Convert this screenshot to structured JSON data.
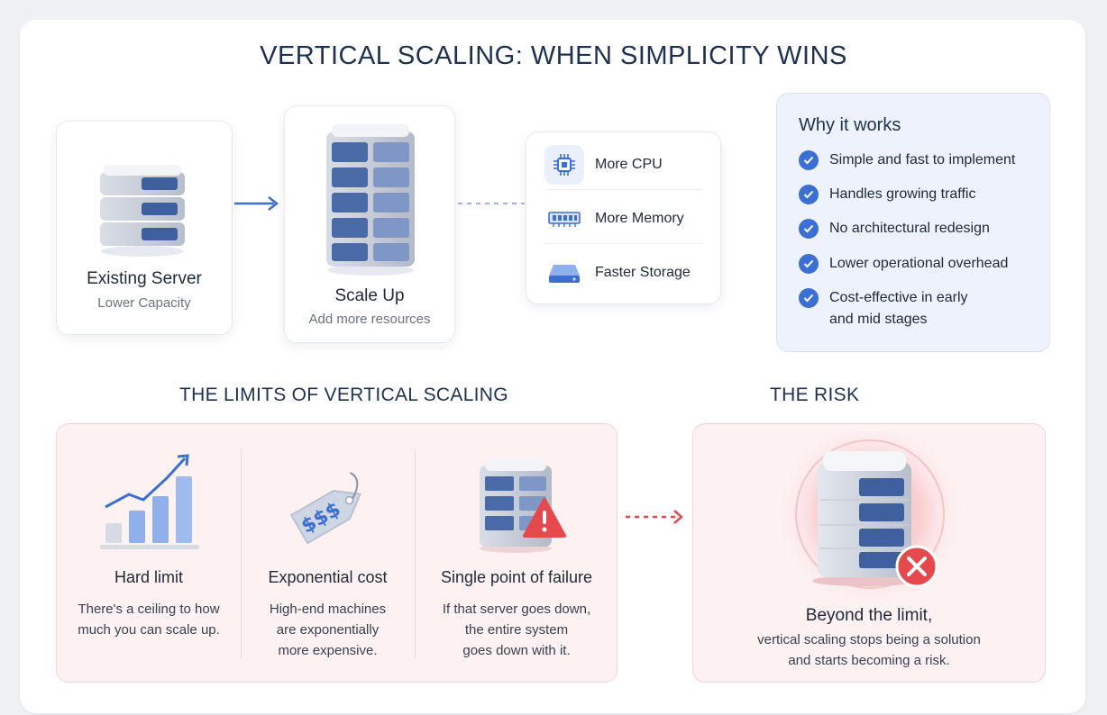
{
  "title": "VERTICAL SCALING: WHEN SIMPLICITY WINS",
  "existing": {
    "title": "Existing Server",
    "subtitle": "Lower Capacity"
  },
  "scale_up": {
    "title": "Scale Up",
    "subtitle": "Add more resources"
  },
  "resources": [
    {
      "label": "More CPU",
      "icon": "cpu-icon"
    },
    {
      "label": "More Memory",
      "icon": "memory-icon"
    },
    {
      "label": "Faster Storage",
      "icon": "storage-icon"
    }
  ],
  "why": {
    "title": "Why it works",
    "items": [
      "Simple and fast to implement",
      "Handles growing traffic",
      "No architectural redesign",
      "Lower operational overhead",
      "Cost-effective in early",
      "and mid stages"
    ]
  },
  "limits": {
    "heading": "THE LIMITS OF VERTICAL SCALING",
    "items": [
      {
        "title": "Hard limit",
        "lines": [
          "There's a ceiling to how",
          "much you can scale up."
        ],
        "icon": "bar-chart-icon"
      },
      {
        "title": "Exponential cost",
        "lines": [
          "High-end machines",
          "are exponentially",
          "more expensive."
        ],
        "icon": "price-tag-icon",
        "tag_text": "$$$"
      },
      {
        "title": "Single point of failure",
        "lines": [
          "If that server goes down,",
          "the entire system",
          "goes down with it."
        ],
        "icon": "server-warning-icon"
      }
    ]
  },
  "risk": {
    "heading": "THE RISK",
    "title": "Beyond the limit,",
    "lines": [
      "vertical scaling stops being a solution",
      "and starts becoming a risk."
    ]
  },
  "colors": {
    "navy": "#1e3150",
    "accent": "#3b6fd4",
    "danger": "#e5484d",
    "danger_bg": "#fdf1f2",
    "why_bg": "#edf2fc"
  }
}
